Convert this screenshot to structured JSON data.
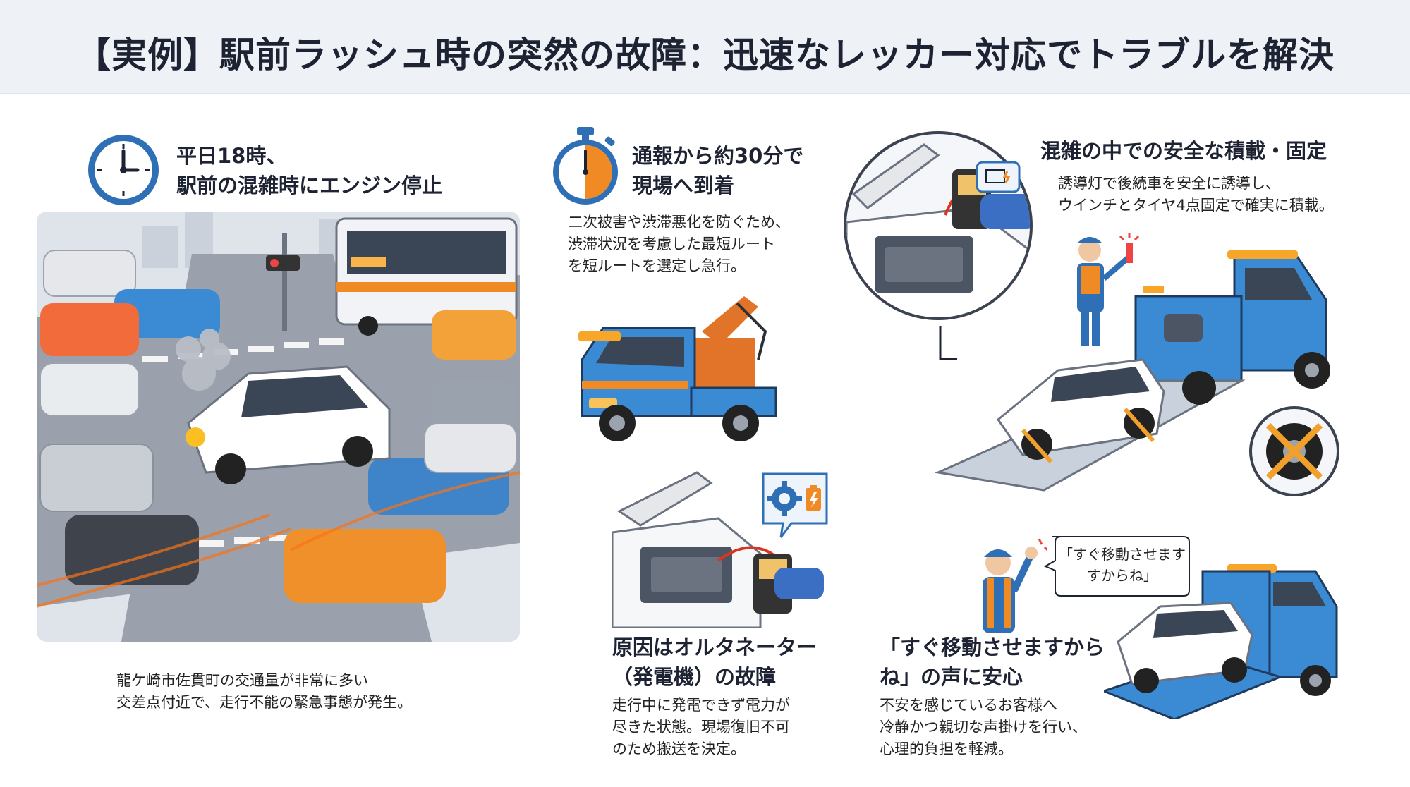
{
  "header": {
    "title": "【実例】駅前ラッシュ時の突然の故障：迅速なレッカー対応でトラブルを解決"
  },
  "steps": [
    {
      "id": "incident",
      "icon": "clock-icon",
      "title_line1": "平日18時、",
      "title_line2": "駅前の混雑時にエンジン停止",
      "body_line1": "龍ケ崎市佐貫町の交通量が非常に多い",
      "body_line2": "交差点付近で、走行不能の緊急事態が発生。"
    },
    {
      "id": "arrival",
      "icon": "stopwatch-icon",
      "title_line1": "通報から約30分で",
      "title_line2": "現場へ到着",
      "body_line1": "二次被害や渋滞悪化を防ぐため、",
      "body_line2": "渋滞状況を考慮した最短ルート",
      "body_line3": "を短ルートを選定し急行。"
    },
    {
      "id": "diagnosis",
      "icon": "gear-battery-icon",
      "title_line1": "原因はオルタネーター",
      "title_line2": "（発電機）の故障",
      "body_line1": "走行中に発電できず電力が",
      "body_line2": "尽きた状態。現場復旧不可",
      "body_line3": "のため搬送を決定。"
    },
    {
      "id": "loading",
      "title_line1": "混雑の中での安全な積載・固定",
      "body_line1": "誘導灯で後続車を安全に誘導し、",
      "body_line2": "ウインチとタイヤ4点固定で確実に積載。"
    },
    {
      "id": "reassurance",
      "bubble_line1": "「すぐ移動させます",
      "bubble_line2": "すからね」",
      "title_line1": "「すぐ移動させますから",
      "title_line2": "ね」の声に安心",
      "body_line1": "不安を感じているお客様へ",
      "body_line2": "冷静かつ親切な声掛けを行い、",
      "body_line3": "心理的負担を軽減。"
    }
  ],
  "colors": {
    "accent_blue": "#2f6fb6",
    "truck_blue": "#3b8ad4",
    "orange": "#f08a24",
    "dark_text": "#1d2333",
    "header_bg": "#eef1f6"
  }
}
